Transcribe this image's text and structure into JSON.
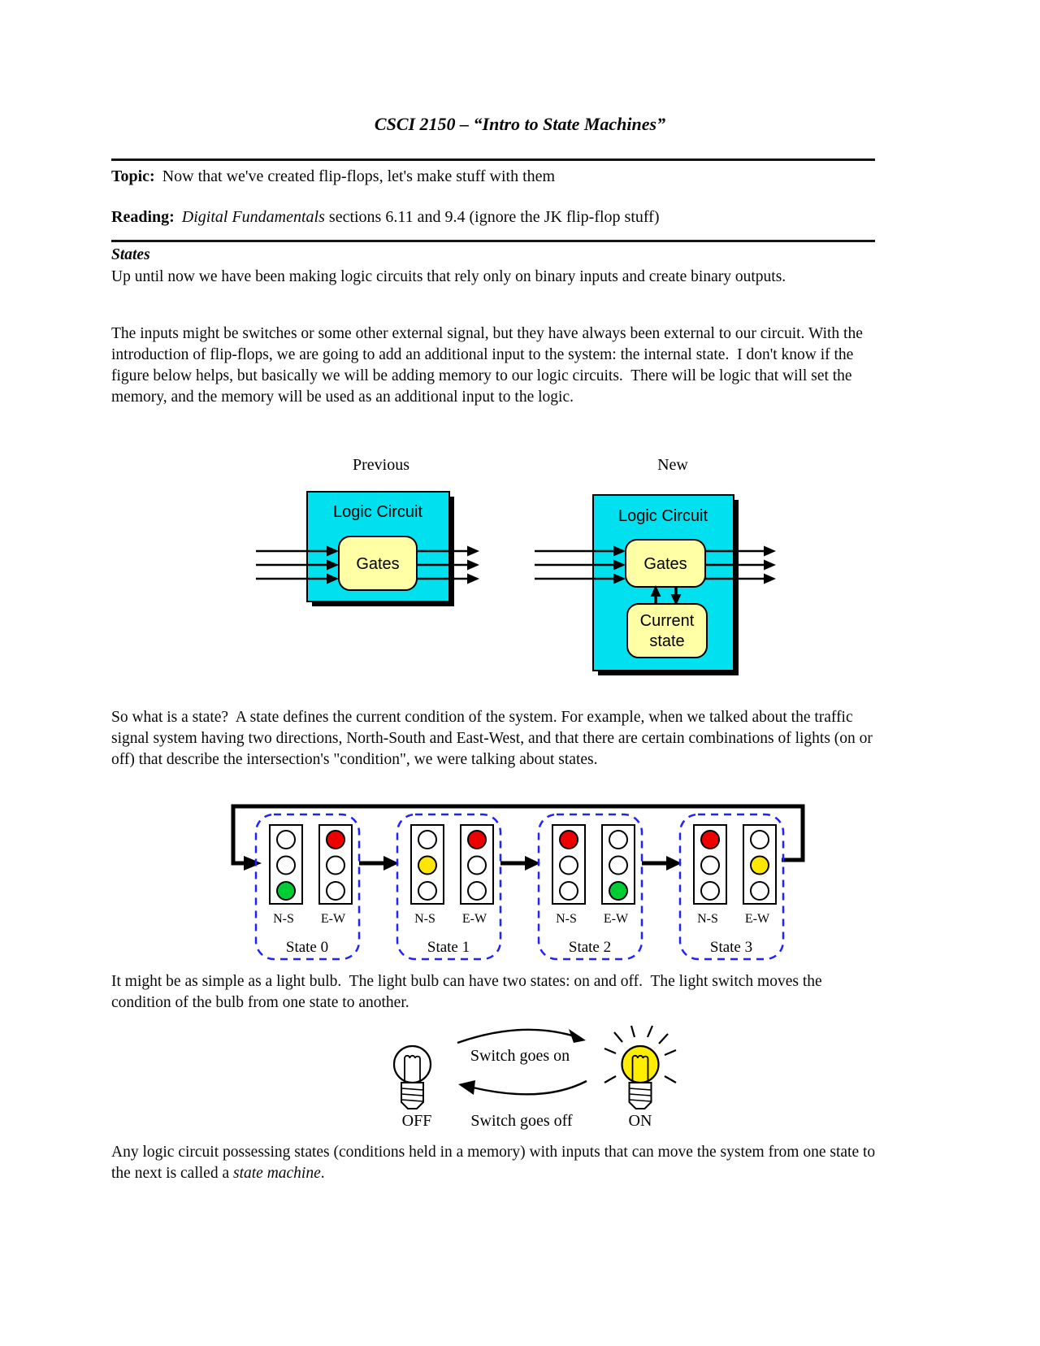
{
  "page": {
    "title": "CSCI 2150 – “Intro to State Machines”",
    "topic_label": "Topic:",
    "topic_text": "Now that we've created flip-flops, let's make stuff with them",
    "reading_label": "Reading:",
    "reading_book": "Digital Fundamentals",
    "reading_text": "sections 6.11 and 9.4 (ignore the JK flip-flop stuff)"
  },
  "states_section": {
    "heading": "States",
    "para_intro": "Up until now we have been making logic circuits that rely only on binary inputs and create binary outputs.",
    "para_inputs": "The inputs might be switches or some other external signal, but they have always been external to our circuit. With the introduction of flip-flops, we are going to add an additional input to the system: the internal state.  I don't know if the figure below helps, but basically we will be adding memory to our logic circuits.  There will be logic that will set the memory, and the memory will be used as an additional input to the logic.",
    "para_state_def": "So what is a state?  A state defines the current condition of the system. For example, when we talked about the traffic signal system having two directions, North-South and East-West, and that there are certain combinations of lights (on or off) that describe the intersection's \"condition\", we were talking about states.",
    "para_bulb": "It might be as simple as a light bulb.  The light bulb can have two states: on and off.  The light switch moves the condition of the bulb from one state to another.",
    "para_final_before": "Any logic circuit possessing states (conditions held in a memory) with inputs that can move the system from one state to the next is called a ",
    "para_final_emph": "state machine",
    "para_final_after": "."
  },
  "circuit_diagram": {
    "previous_label": "Previous",
    "new_label": "New",
    "box_title": "Logic Circuit",
    "gates_label": "Gates",
    "current_state_line1": "Current",
    "current_state_line2": "state",
    "box_color": "#00e0ef",
    "node_color": "#ffffa6"
  },
  "traffic_diagram": {
    "ns_label": "N-S",
    "ew_label": "E-W",
    "dash_color": "#2222ff",
    "light_off_color": "#ffffff",
    "states": [
      {
        "label": "State 0",
        "ns": [
          "#ffffff",
          "#ffffff",
          "#00cc33"
        ],
        "ew": [
          "#ee0000",
          "#ffffff",
          "#ffffff"
        ]
      },
      {
        "label": "State 1",
        "ns": [
          "#ffffff",
          "#ffe600",
          "#ffffff"
        ],
        "ew": [
          "#ee0000",
          "#ffffff",
          "#ffffff"
        ]
      },
      {
        "label": "State 2",
        "ns": [
          "#ee0000",
          "#ffffff",
          "#ffffff"
        ],
        "ew": [
          "#ffffff",
          "#ffffff",
          "#00cc33"
        ]
      },
      {
        "label": "State 3",
        "ns": [
          "#ee0000",
          "#ffffff",
          "#ffffff"
        ],
        "ew": [
          "#ffffff",
          "#ffe600",
          "#ffffff"
        ]
      }
    ]
  },
  "bulb_diagram": {
    "switch_on_label": "Switch goes on",
    "switch_off_label": "Switch goes off",
    "off_label": "OFF",
    "on_label": "ON",
    "on_color": "#ffee00"
  }
}
